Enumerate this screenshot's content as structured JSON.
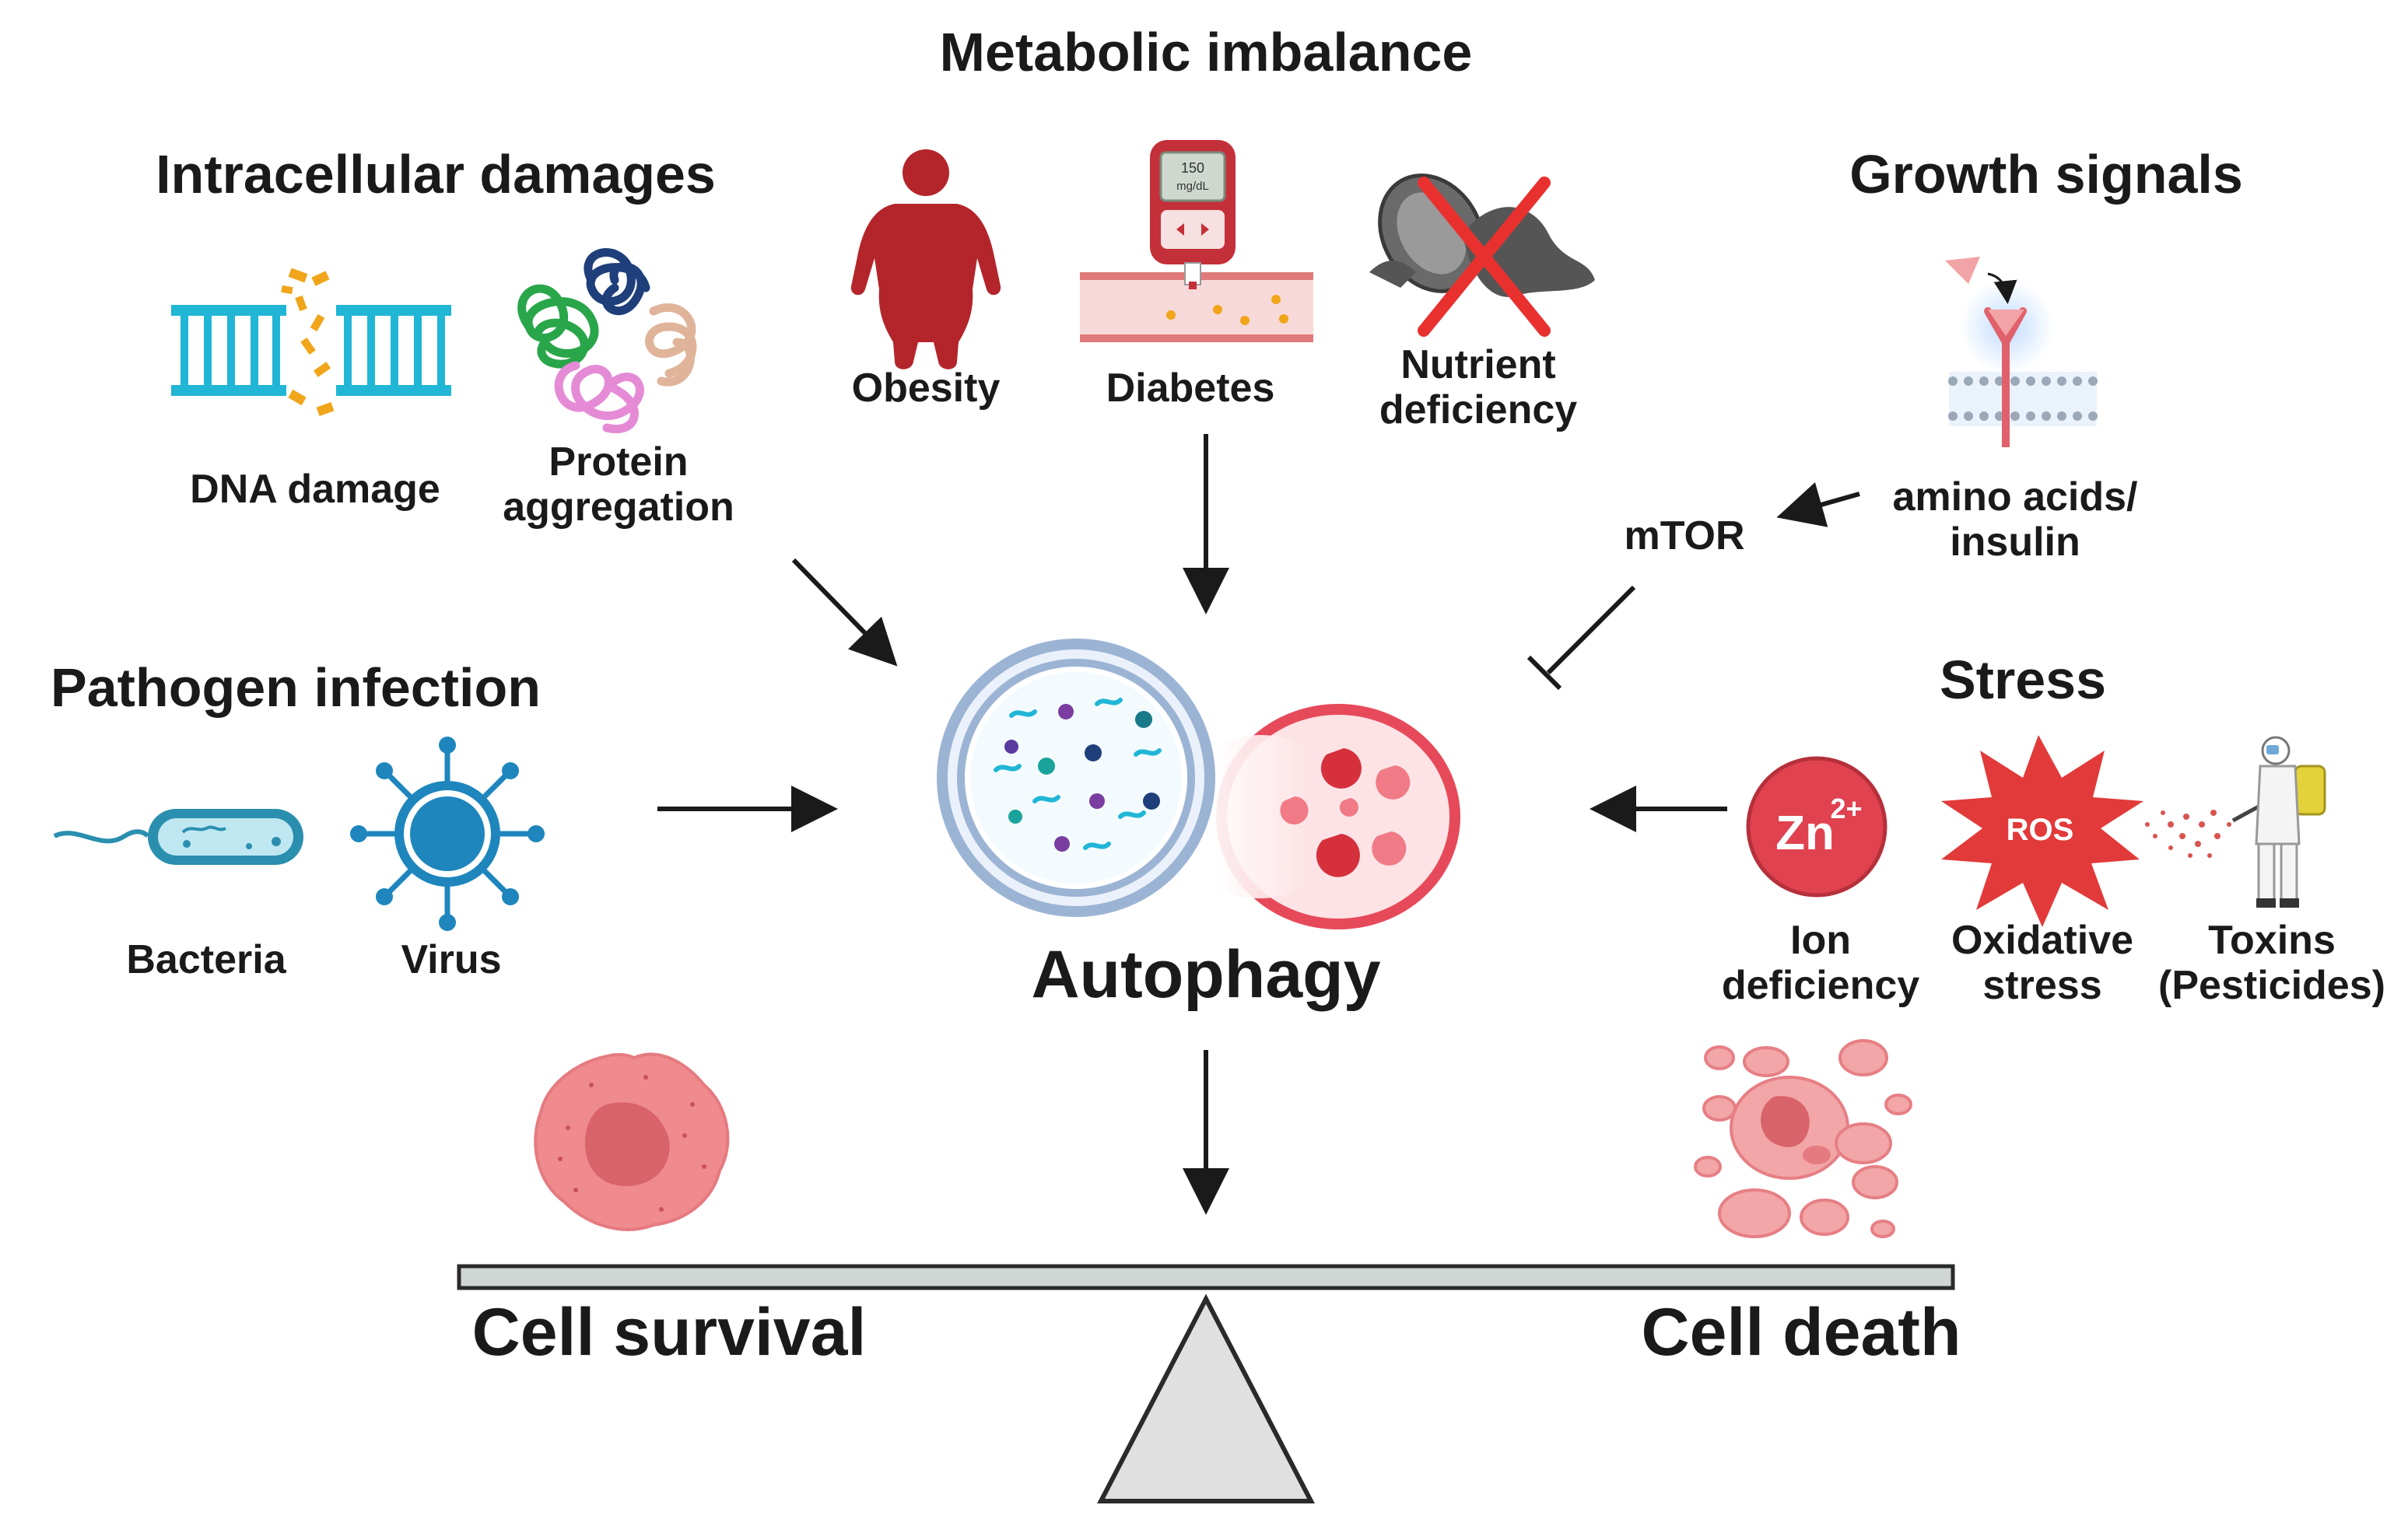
{
  "headings": {
    "metabolic": "Metabolic imbalance",
    "intracellular": "Intracellular damages",
    "growth": "Growth signals",
    "pathogen": "Pathogen infection",
    "stress": "Stress"
  },
  "labels": {
    "dna_damage": "DNA damage",
    "protein_aggregation_1": "Protein",
    "protein_aggregation_2": "aggregation",
    "obesity": "Obesity",
    "diabetes": "Diabetes",
    "nutrient_1": "Nutrient",
    "nutrient_2": "deficiency",
    "amino_1": "amino acids/",
    "amino_2": "insulin",
    "mtor": "mTOR",
    "bacteria": "Bacteria",
    "virus": "Virus",
    "ion_1": "Ion",
    "ion_2": "deficiency",
    "oxidative_1": "Oxidative",
    "oxidative_2": "stress",
    "toxins_1": "Toxins",
    "toxins_2": "(Pesticides)",
    "autophagy": "Autophagy",
    "cell_survival": "Cell survival",
    "cell_death": "Cell death"
  },
  "icon_text": {
    "glucometer_value": "150",
    "glucometer_unit": "mg/dL",
    "zinc": "Zn",
    "zinc_charge": "2+",
    "ros": "ROS"
  },
  "colors": {
    "arrow": "#1a1a1a",
    "dna": "#21b6d6",
    "protein_green": "#2aa64a",
    "protein_navy": "#1f3f7a",
    "protein_pink": "#e58bd6",
    "protein_tan": "#e0b49a",
    "obesity": "#b4252b",
    "bacteria": "#2a8fae",
    "virus": "#1e86bd",
    "lysosome": "#e64a5a",
    "autophagosome": "#9cb4d4",
    "ion": "#e0424f",
    "ros": "#e23a3a",
    "cell_survival": "#ef8a8f",
    "cell_death": "#f2a6a8",
    "seesaw": "#d0d6d3"
  }
}
